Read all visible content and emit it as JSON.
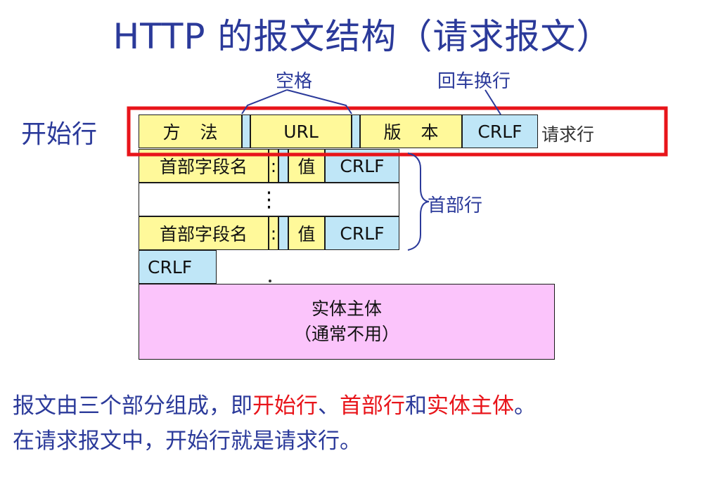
{
  "title": "HTTP 的报文结构（请求报文）",
  "start_line_label": "开始行",
  "annotations": {
    "space": "空格",
    "crlf_note": "回车换行",
    "request_line": "请求行",
    "header_lines": "首部行"
  },
  "request_line": {
    "method": "方 法",
    "url": "URL",
    "version": "版 本",
    "crlf": "CRLF"
  },
  "header_rows": [
    {
      "field": "首部字段名",
      "colon": ":",
      "value": "值",
      "crlf": "CRLF"
    },
    {
      "field": "首部字段名",
      "colon": ":",
      "value": "值",
      "crlf": "CRLF"
    }
  ],
  "ellipsis": "⋮",
  "blank_line_crlf": "CRLF",
  "body": {
    "line1": "实体主体",
    "line2": "（通常不用）"
  },
  "caption": {
    "line1_part1": "报文由三个部分组成，即",
    "line1_red1": "开始行",
    "line1_sep": "、",
    "line1_red2": "首部行",
    "line1_and": "和",
    "line1_red3": "实体主体",
    "line1_end": "。",
    "line2": "在请求报文中，开始行就是请求行。"
  },
  "colors": {
    "title": "#2b3a9a",
    "highlight_box": "#e8141a",
    "yellow_cell": "#fff99a",
    "blue_cell": "#bfe6f7",
    "pink_body": "#fbc4fb"
  }
}
